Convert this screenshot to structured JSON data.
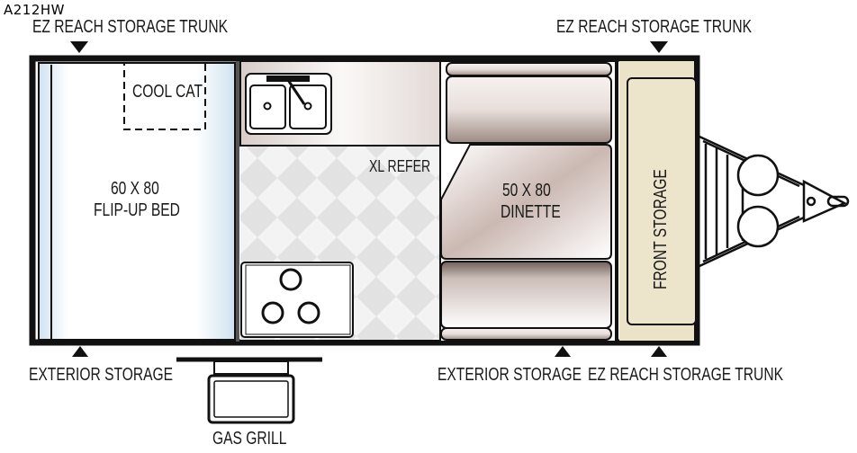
{
  "model": "A212HW",
  "labels": {
    "ez_trunk_top_left": "EZ REACH STORAGE TRUNK",
    "ez_trunk_top_right": "EZ REACH STORAGE TRUNK",
    "ez_trunk_bottom_right": "EZ REACH STORAGE TRUNK",
    "exterior_storage_left": "EXTERIOR STORAGE",
    "exterior_storage_right": "EXTERIOR STORAGE",
    "gas_grill": "GAS GRILL",
    "cool_cat": "COOL CAT",
    "bed_size": "60 X 80",
    "bed_name": "FLIP-UP BED",
    "refer": "XL REFER",
    "dinette_size": "50 X 80",
    "dinette_name": "DINETTE",
    "front_storage": "FRONT STORAGE"
  },
  "colors": {
    "wall": "#111111",
    "bed": "#e6f1f8",
    "front_storage": "#ebe3c8",
    "cushion": "#d9ccc6"
  }
}
